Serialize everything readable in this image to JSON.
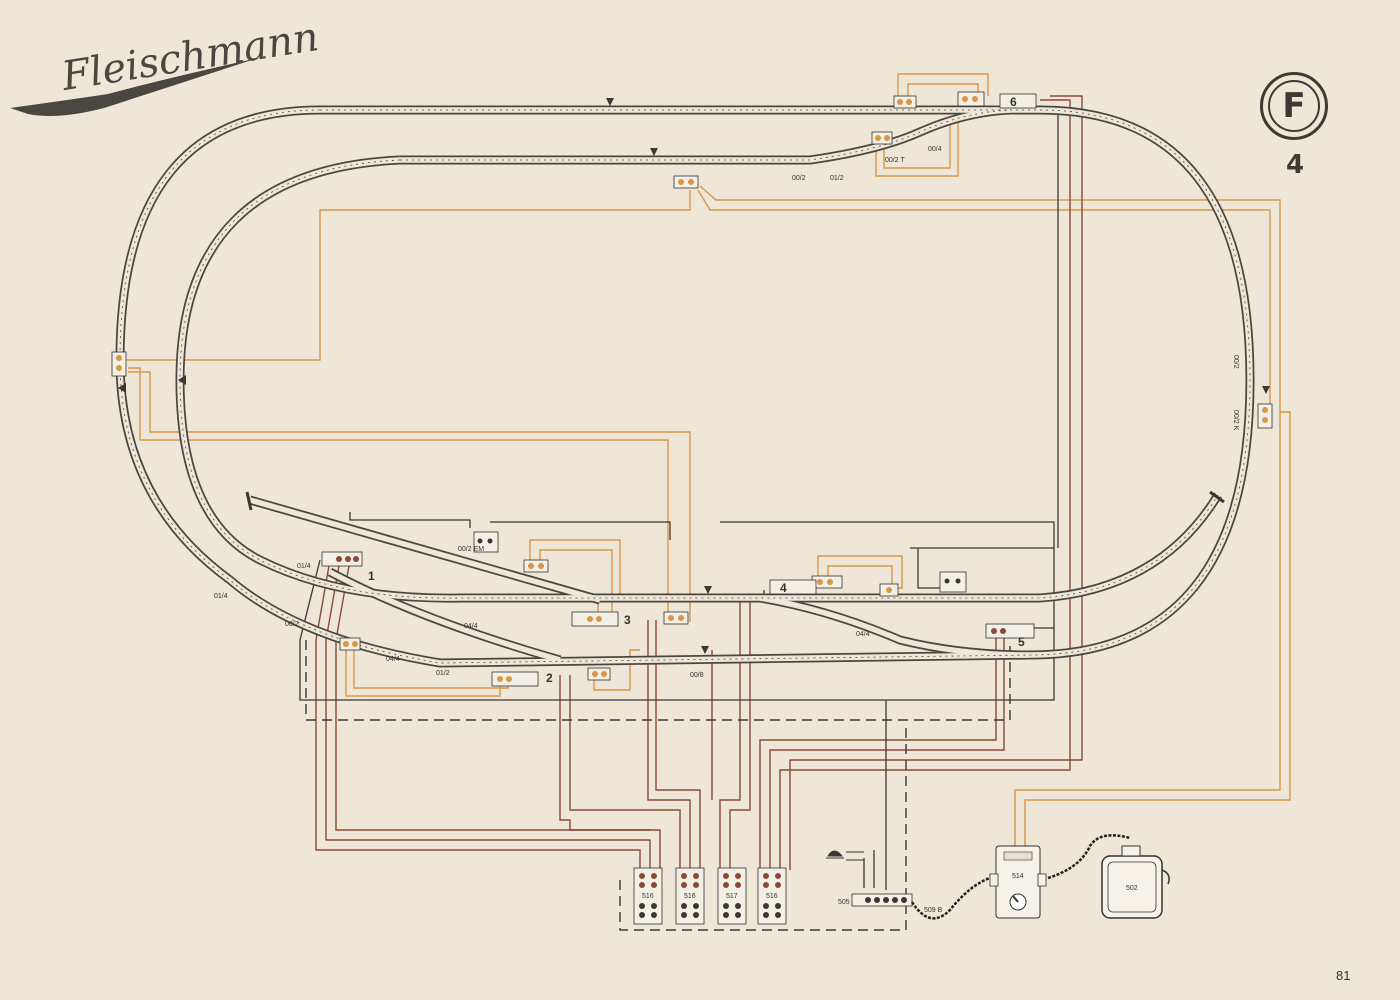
{
  "brand": {
    "logo_text": "Fleischmann"
  },
  "badge": {
    "letter": "F",
    "plan_number": "4"
  },
  "page_number": "81",
  "stations": [
    "1",
    "2",
    "3",
    "4",
    "5",
    "6"
  ],
  "track_labels": {
    "a": "01/4",
    "b": "01/4",
    "c": "00/2",
    "d": "04/4",
    "e": "04/4",
    "f": "01/2",
    "g": "00/2 EM",
    "h": "00/8",
    "i": "04/4",
    "j": "00/2",
    "k": "01/2",
    "l": "00/2 T",
    "m": "00/4",
    "n": "00/2",
    "o": "00/2 K"
  },
  "devices": {
    "switch_a": "516",
    "switch_b": "516",
    "switch_c": "517",
    "switch_d": "516",
    "distributor": "509 B",
    "socket": "505",
    "controller": "514",
    "transformer": "502"
  },
  "colors": {
    "track": "#4a4743",
    "orange_wire": "#d9974a",
    "brown_wire": "#8a4a35",
    "dark_wire": "#3a3835",
    "paper": "#eee6d7"
  }
}
